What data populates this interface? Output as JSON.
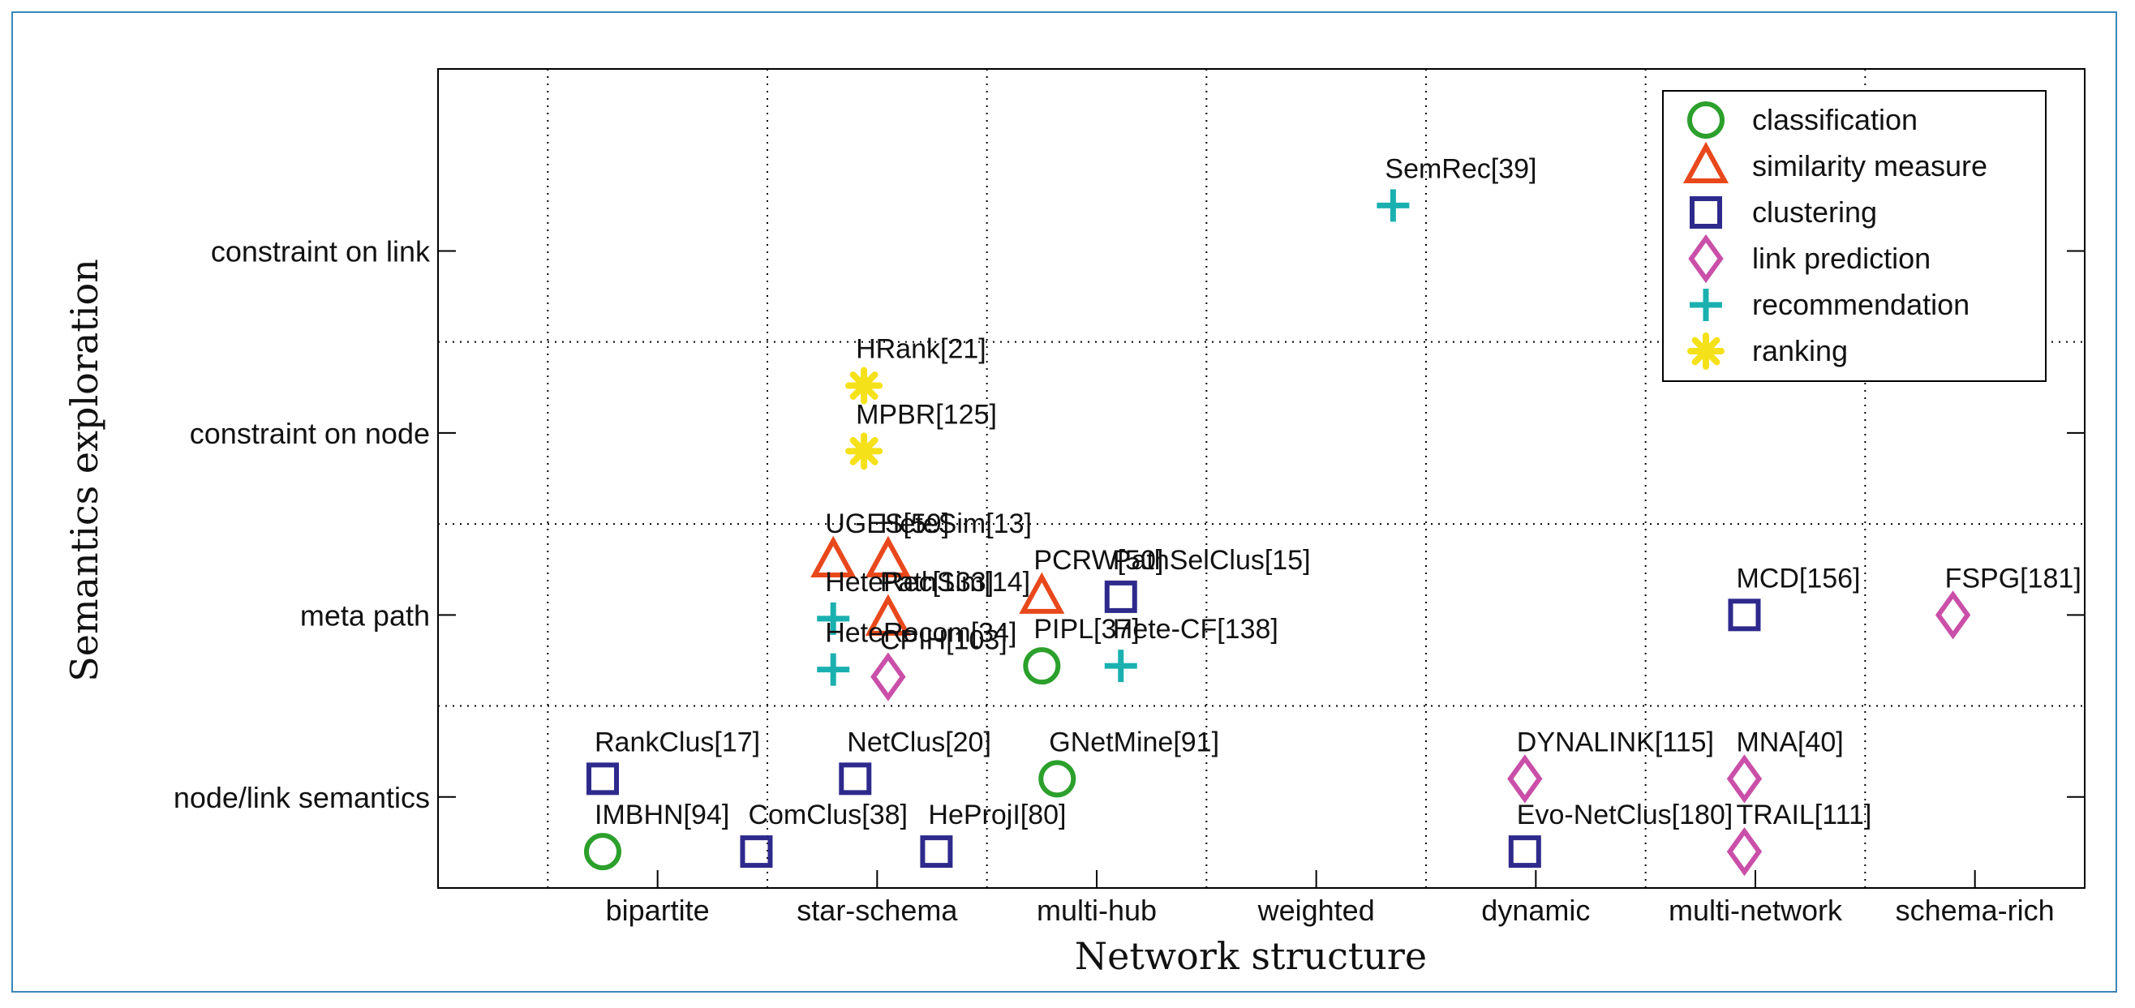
{
  "chart_data": {
    "type": "scatter",
    "xlabel": "Network structure",
    "ylabel": "Semantics exploration",
    "x_categories": [
      "bipartite",
      "star-schema",
      "multi-hub",
      "weighted",
      "dynamic",
      "multi-network",
      "schema-rich"
    ],
    "y_categories": [
      "node/link semantics",
      "meta path",
      "constraint on node",
      "constraint  on link"
    ],
    "xlim": [
      0,
      7.5
    ],
    "ylim": [
      -0.5,
      4.0
    ],
    "grid": true,
    "legend_position": "top-right",
    "legend": [
      {
        "task": "classification",
        "label": "classification",
        "marker": "circle",
        "color": "#2ca02c"
      },
      {
        "task": "similarity",
        "label": "similarity measure",
        "marker": "triangle",
        "color": "#e8481c"
      },
      {
        "task": "clustering",
        "label": "clustering",
        "marker": "square",
        "color": "#2e2a8c"
      },
      {
        "task": "link",
        "label": "link prediction",
        "marker": "diamond",
        "color": "#c94fa8"
      },
      {
        "task": "recommendation",
        "label": "recommendation",
        "marker": "plus",
        "color": "#1ab0b0"
      },
      {
        "task": "ranking",
        "label": "ranking",
        "marker": "star",
        "color": "#f5e11a"
      }
    ],
    "points": [
      {
        "label": "SemRec[39]",
        "task": "recommendation",
        "x": 4.35,
        "y": 3.25
      },
      {
        "label": "HRank[21]",
        "task": "ranking",
        "x": 1.94,
        "y": 2.26
      },
      {
        "label": "MPBR[125]",
        "task": "ranking",
        "x": 1.94,
        "y": 1.9
      },
      {
        "label": "HeteSim[13]",
        "task": "similarity",
        "x": 2.05,
        "y": 1.3
      },
      {
        "label": "UGES[59]",
        "task": "similarity",
        "x": 1.8,
        "y": 1.3
      },
      {
        "label": "PathSim[14]",
        "task": "similarity",
        "x": 2.05,
        "y": 0.98
      },
      {
        "label": "PCRW[50]",
        "task": "similarity",
        "x": 2.75,
        "y": 1.1
      },
      {
        "label": "PathSelClus[15]",
        "task": "clustering",
        "x": 3.11,
        "y": 1.1
      },
      {
        "label": "HeteRec[133]",
        "task": "recommendation",
        "x": 1.8,
        "y": 0.98
      },
      {
        "label": "HeteRecom[34]",
        "task": "recommendation",
        "x": 1.8,
        "y": 0.7
      },
      {
        "label": "CPIH[103]",
        "task": "link",
        "x": 2.05,
        "y": 0.66
      },
      {
        "label": "PIPL[37]",
        "task": "classification",
        "x": 2.75,
        "y": 0.72
      },
      {
        "label": "Hete-CF[138]",
        "task": "recommendation",
        "x": 3.11,
        "y": 0.72
      },
      {
        "label": "MCD[156]",
        "task": "clustering",
        "x": 5.95,
        "y": 1.0
      },
      {
        "label": "FSPG[181]",
        "task": "link",
        "x": 6.9,
        "y": 1.0
      },
      {
        "label": "RankClus[17]",
        "task": "clustering",
        "x": 0.75,
        "y": 0.1
      },
      {
        "label": "NetClus[20]",
        "task": "clustering",
        "x": 1.9,
        "y": 0.1
      },
      {
        "label": "GNetMine[91]",
        "task": "classification",
        "x": 2.82,
        "y": 0.1
      },
      {
        "label": "DYNALINK[115]",
        "task": "link",
        "x": 4.95,
        "y": 0.1
      },
      {
        "label": "MNA[40]",
        "task": "link",
        "x": 5.95,
        "y": 0.1
      },
      {
        "label": "IMBHN[94]",
        "task": "classification",
        "x": 0.75,
        "y": -0.3
      },
      {
        "label": "ComClus[38]",
        "task": "clustering",
        "x": 1.45,
        "y": -0.3
      },
      {
        "label": "HeProjI[80]",
        "task": "clustering",
        "x": 2.27,
        "y": -0.3
      },
      {
        "label": "Evo-NetClus[180]",
        "task": "clustering",
        "x": 4.95,
        "y": -0.3
      },
      {
        "label": "TRAIL[111]",
        "task": "link",
        "x": 5.95,
        "y": -0.3
      }
    ]
  }
}
